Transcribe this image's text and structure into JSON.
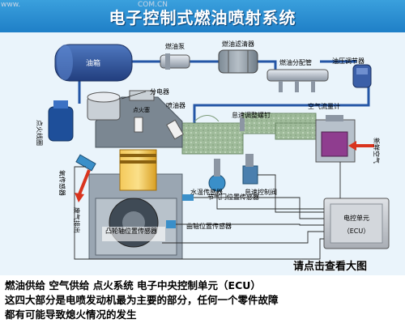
{
  "header": {
    "title": "电子控制式燃油喷射系统",
    "watermark": "www.",
    "watermark2": "COM.CN"
  },
  "labels": {
    "fuel_tank": "油箱",
    "fuel_pump": "燃油泵",
    "fuel_filter": "燃油滤清器",
    "fuel_rail": "燃油分配管",
    "pressure_regulator": "油压调节器",
    "distributor": "分电器",
    "injector": "喷油器",
    "spark_plug": "点火塞",
    "ignition_coil": "点火线圈",
    "idle_screw": "怠速调整螺钉",
    "air_flow_meter": "空气流量计",
    "fresh_air": "新鲜空气",
    "oxygen_sensor": "氧传感器",
    "exhaust": "废气排出",
    "coolant_sensor": "水温传感器",
    "idle_valve": "怠速控制阀",
    "throttle_sensor": "节气门位置传感器",
    "camshaft_sensor": "凸轮轴位置传感器",
    "crankshaft_sensor": "曲轴位置传感器",
    "ecu_label": "电控单元",
    "ecu_abbr": "（ECU）"
  },
  "enlarge_link": "请点击查看大图",
  "caption": {
    "line1": "燃油供给  空气供给  点火系统  电子中央控制单元（ECU）",
    "line2": "这四大部分是电喷发动机最为主要的部分，任何一个零件故障",
    "line3": "都有可能导致熄火情况的发生"
  },
  "colors": {
    "title_band": "#1f7fc7",
    "fuel_line": "#2456a6",
    "engine_yellow": "#e8b93a",
    "air_green": "#8fae8c",
    "ecu_gray": "#c9ccd1",
    "wire": "#2b2b2b",
    "exhaust_red": "#d9341e"
  }
}
